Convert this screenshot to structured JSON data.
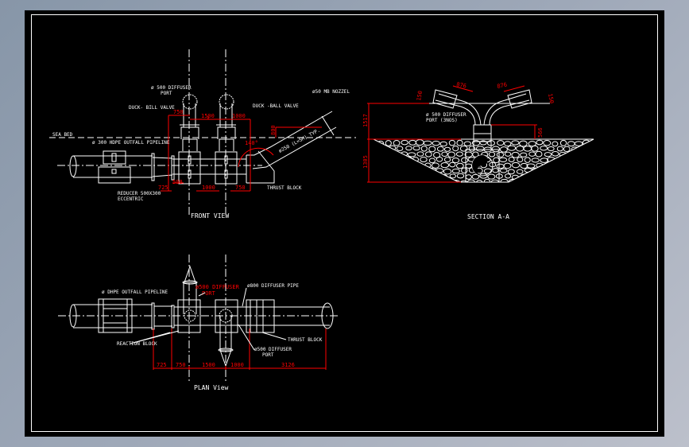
{
  "viewer": {
    "background_color": "#000000",
    "line_color": "#ffffff",
    "dimension_color": "#ff0000"
  },
  "front_view": {
    "title": "FRONT VIEW",
    "labels": {
      "diffuser_port_1": "ø 500 DIFFUSER",
      "diffuser_port_2": "PORT",
      "duck_bill_left": "DUCK- BILL VALVE",
      "duck_bill_right": "DUCK -BALL VALVE",
      "nozzle": "ø50 MB NOZZEL",
      "sea_bed": "SEA BED",
      "outfall": "ø 300 HDPE OUTFALL PIPELINE",
      "reducer_1": "REDUCER 500X300",
      "reducer_2": "ECCENTRIC",
      "thrust_block": "THRUST BLOCK",
      "pipe_note": "ø250 (L=5M) TYP."
    },
    "dims": {
      "d750a": "750",
      "d1500": "1500",
      "d1000a": "1000",
      "d800": "800",
      "angle": "140°",
      "d725": "725",
      "d500": "500",
      "d1000b": "1000",
      "d750b": "750"
    }
  },
  "section": {
    "title": "SECTION A-A",
    "labels": {
      "port_1": "ø 500 DIFFUSER",
      "port_2": "PORT (3NOS)"
    },
    "dims": {
      "d1517": "1517",
      "d1305": "1305",
      "d876a": "876",
      "d876b": "876",
      "d566": "566",
      "d150a": "150",
      "d150b": "150"
    }
  },
  "plan_view": {
    "title": "PLAN View",
    "labels": {
      "outfall": "ø DHPE OUTFALL PIPELINE",
      "port_red_1": "ø500 DIFFUSER",
      "port_red_2": "PORT",
      "diffuser_pipe": "ø800 DIFFUSER PIPE",
      "reaction_block": "REACTION BLOCK",
      "thrust_block": "THRUST BLOCK",
      "port_1": "ø500 DIFFUSER",
      "port_2": "PORT"
    },
    "dims": {
      "d725": "725",
      "d750": "750",
      "d1500": "1500",
      "d1000": "1000",
      "d3126": "3126"
    }
  }
}
